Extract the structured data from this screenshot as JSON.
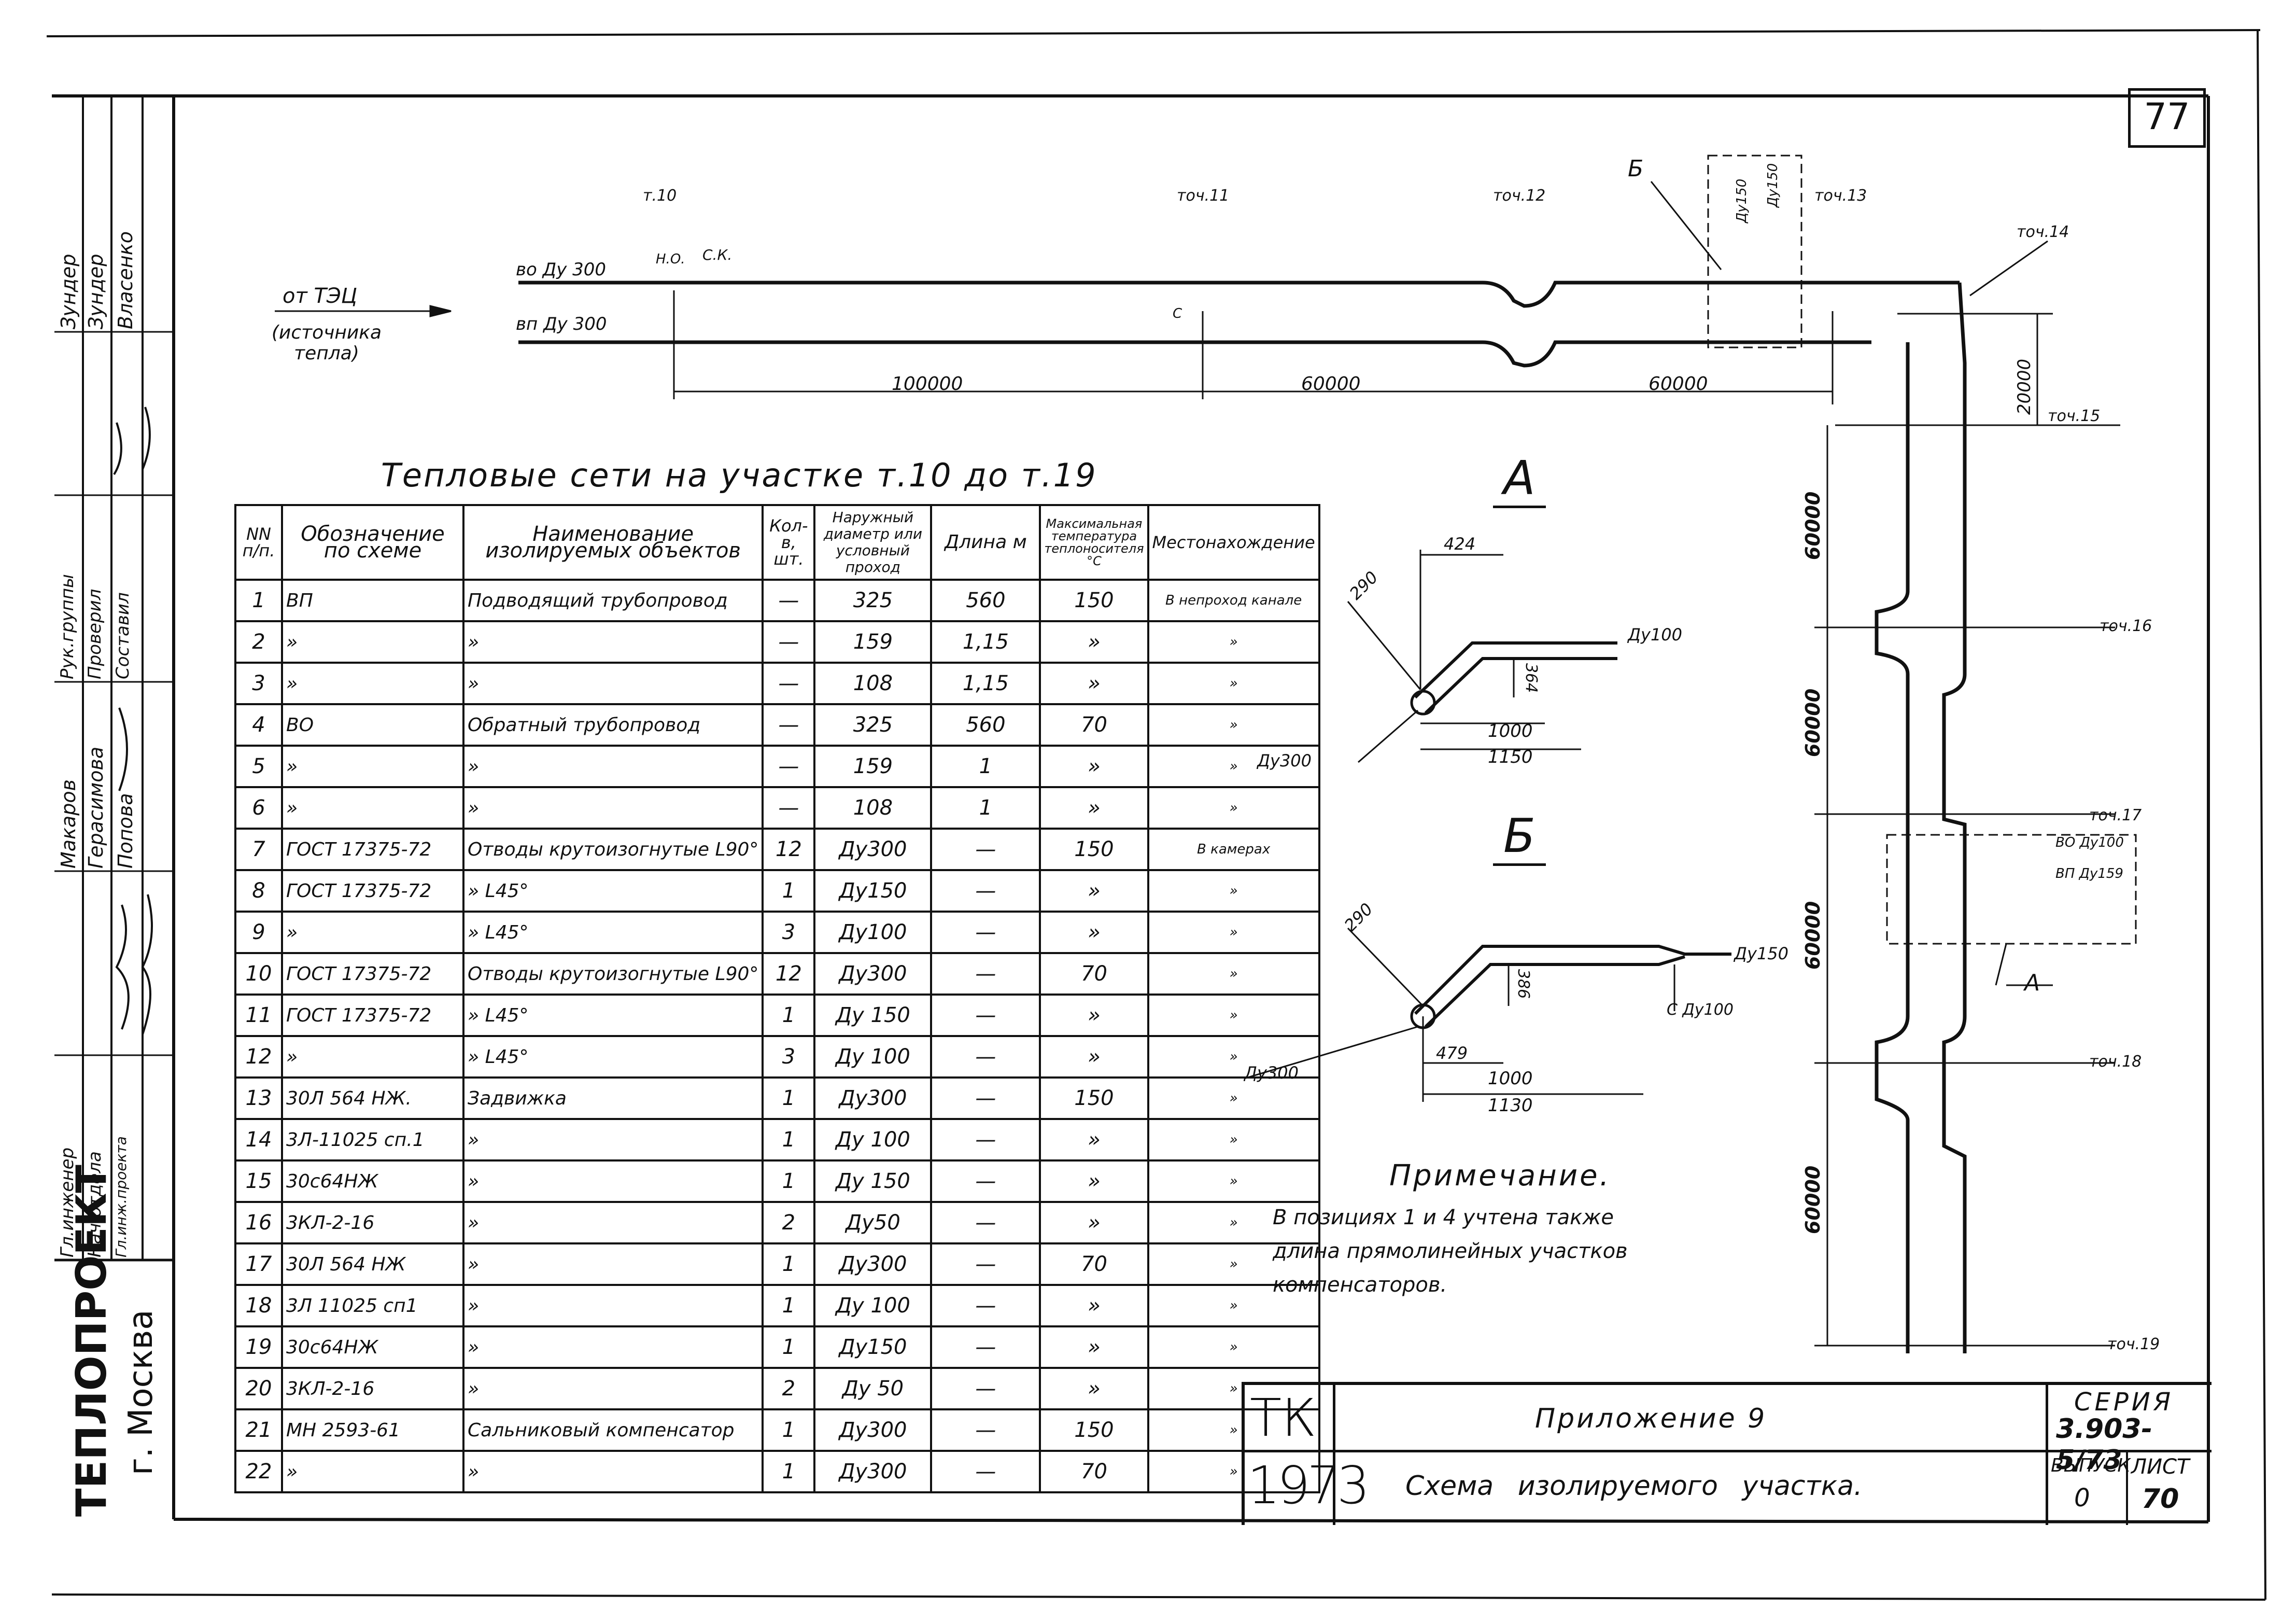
{
  "sheet_number": "77",
  "side_stamp": {
    "org": "ТЕПЛОПРОЕКТ",
    "city": "г. Москва",
    "roles": [
      "Гл.инженер",
      "Нач.отдела",
      "Гл.инж.проекта",
      "Рук.группы",
      "Проверил",
      "Составил"
    ],
    "names": [
      "Макаров",
      "Герасимова",
      "Попова",
      "Зундер",
      "Зундер",
      "Власенко"
    ]
  },
  "scheme": {
    "source_label": "от ТЭЦ",
    "source_note": "(источника тепла)",
    "pipe_vo": "во Ду 300",
    "pipe_vp": "вп Ду 300",
    "points": [
      "т.10",
      "точ.11",
      "точ.12",
      "точ.13",
      "точ.14",
      "точ.15",
      "точ.16",
      "точ.17",
      "точ.18",
      "точ.19"
    ],
    "no_label": "Н.О.",
    "sk_label": "С.К.",
    "c_label": "С",
    "b_label": "Б",
    "a_label": "А",
    "dims_horizontal": [
      "100000",
      "60000",
      "60000"
    ],
    "dim_20000": "20000",
    "dims_vertical": [
      "60000",
      "60000",
      "60000",
      "60000"
    ],
    "du150": "Ду150",
    "du150b": "Ду150",
    "vo_du100": "ВО Ду100",
    "vp_du159": "ВП Ду159"
  },
  "table": {
    "title": "Тепловые сети на участке т.10 до т.19",
    "headers": [
      "NN п/п.",
      "Обозначение по схеме",
      "Наименование изолируемых объектов",
      "Кол-в, шт.",
      "Наружный диаметр или условный проход",
      "Длина м",
      "Максимальная температура теплоносителя °С",
      "Местонахождение"
    ],
    "rows": [
      [
        "1",
        "ВП",
        "Подводящий трубопровод",
        "—",
        "325",
        "560",
        "150",
        "В непроход канале"
      ],
      [
        "2",
        "»",
        "»",
        "—",
        "159",
        "1,15",
        "»",
        "»"
      ],
      [
        "3",
        "»",
        "»",
        "—",
        "108",
        "1,15",
        "»",
        "»"
      ],
      [
        "4",
        "ВО",
        "Обратный трубопровод",
        "—",
        "325",
        "560",
        "70",
        "»"
      ],
      [
        "5",
        "»",
        "»",
        "—",
        "159",
        "1",
        "»",
        "»"
      ],
      [
        "6",
        "»",
        "»",
        "—",
        "108",
        "1",
        "»",
        "»"
      ],
      [
        "7",
        "ГОСТ 17375-72",
        "Отводы крутоизогнутые L90°",
        "12",
        "Ду300",
        "—",
        "150",
        "В камерах"
      ],
      [
        "8",
        "ГОСТ 17375-72",
        "» L45°",
        "1",
        "Ду150",
        "—",
        "»",
        "»"
      ],
      [
        "9",
        "»",
        "» L45°",
        "3",
        "Ду100",
        "—",
        "»",
        "»"
      ],
      [
        "10",
        "ГОСТ 17375-72",
        "Отводы крутоизогнутые L90°",
        "12",
        "Ду300",
        "—",
        "70",
        "»"
      ],
      [
        "11",
        "ГОСТ 17375-72",
        "» L45°",
        "1",
        "Ду 150",
        "—",
        "»",
        "»"
      ],
      [
        "12",
        "»",
        "» L45°",
        "3",
        "Ду 100",
        "—",
        "»",
        "»"
      ],
      [
        "13",
        "30Л 564 НЖ.",
        "Задвижка",
        "1",
        "Ду300",
        "—",
        "150",
        "»"
      ],
      [
        "14",
        "3Л-11025 сп.1",
        "»",
        "1",
        "Ду 100",
        "—",
        "»",
        "»"
      ],
      [
        "15",
        "30с64НЖ",
        "»",
        "1",
        "Ду 150",
        "—",
        "»",
        "»"
      ],
      [
        "16",
        "3КЛ-2-16",
        "»",
        "2",
        "Ду50",
        "—",
        "»",
        "»"
      ],
      [
        "17",
        "30Л 564 НЖ",
        "»",
        "1",
        "Ду300",
        "—",
        "70",
        "»"
      ],
      [
        "18",
        "3Л 11025 сп1",
        "»",
        "1",
        "Ду 100",
        "—",
        "»",
        "»"
      ],
      [
        "19",
        "30с64НЖ",
        "»",
        "1",
        "Ду150",
        "—",
        "»",
        "»"
      ],
      [
        "20",
        "3КЛ-2-16",
        "»",
        "2",
        "Ду 50",
        "—",
        "»",
        "»"
      ],
      [
        "21",
        "МН 2593-61",
        "Сальниковый компенсатор",
        "1",
        "Ду300",
        "—",
        "150",
        "»"
      ],
      [
        "22",
        "»",
        "»",
        "1",
        "Ду300",
        "—",
        "70",
        "»"
      ]
    ]
  },
  "detail_a": {
    "title": "А",
    "d290": "290",
    "d424": "424",
    "d364": "364",
    "d1000": "1000",
    "d1150": "1150",
    "du300": "Ду300",
    "du100": "Ду100"
  },
  "detail_b": {
    "title": "Б",
    "d290": "290",
    "d386": "386",
    "d479": "479",
    "d1000": "1000",
    "d1130": "1130",
    "du300": "Ду300",
    "du150": "Ду150",
    "c_du100": "С Ду100"
  },
  "note": {
    "title": "Примечание.",
    "text_lines": [
      "В позициях 1 и 4 учтена также",
      "длина прямолинейных участков",
      "компенсаторов."
    ]
  },
  "title_block": {
    "tk": "ТК",
    "year": "1973",
    "app": "Приложение 9",
    "name": "Схема изолируемого участка.",
    "series_label": "СЕРИЯ",
    "series": "3.903-5/73",
    "issue_label": "ВЫПУСК",
    "issue": "0",
    "sheet_label": "ЛИСТ",
    "sheet": "70"
  }
}
